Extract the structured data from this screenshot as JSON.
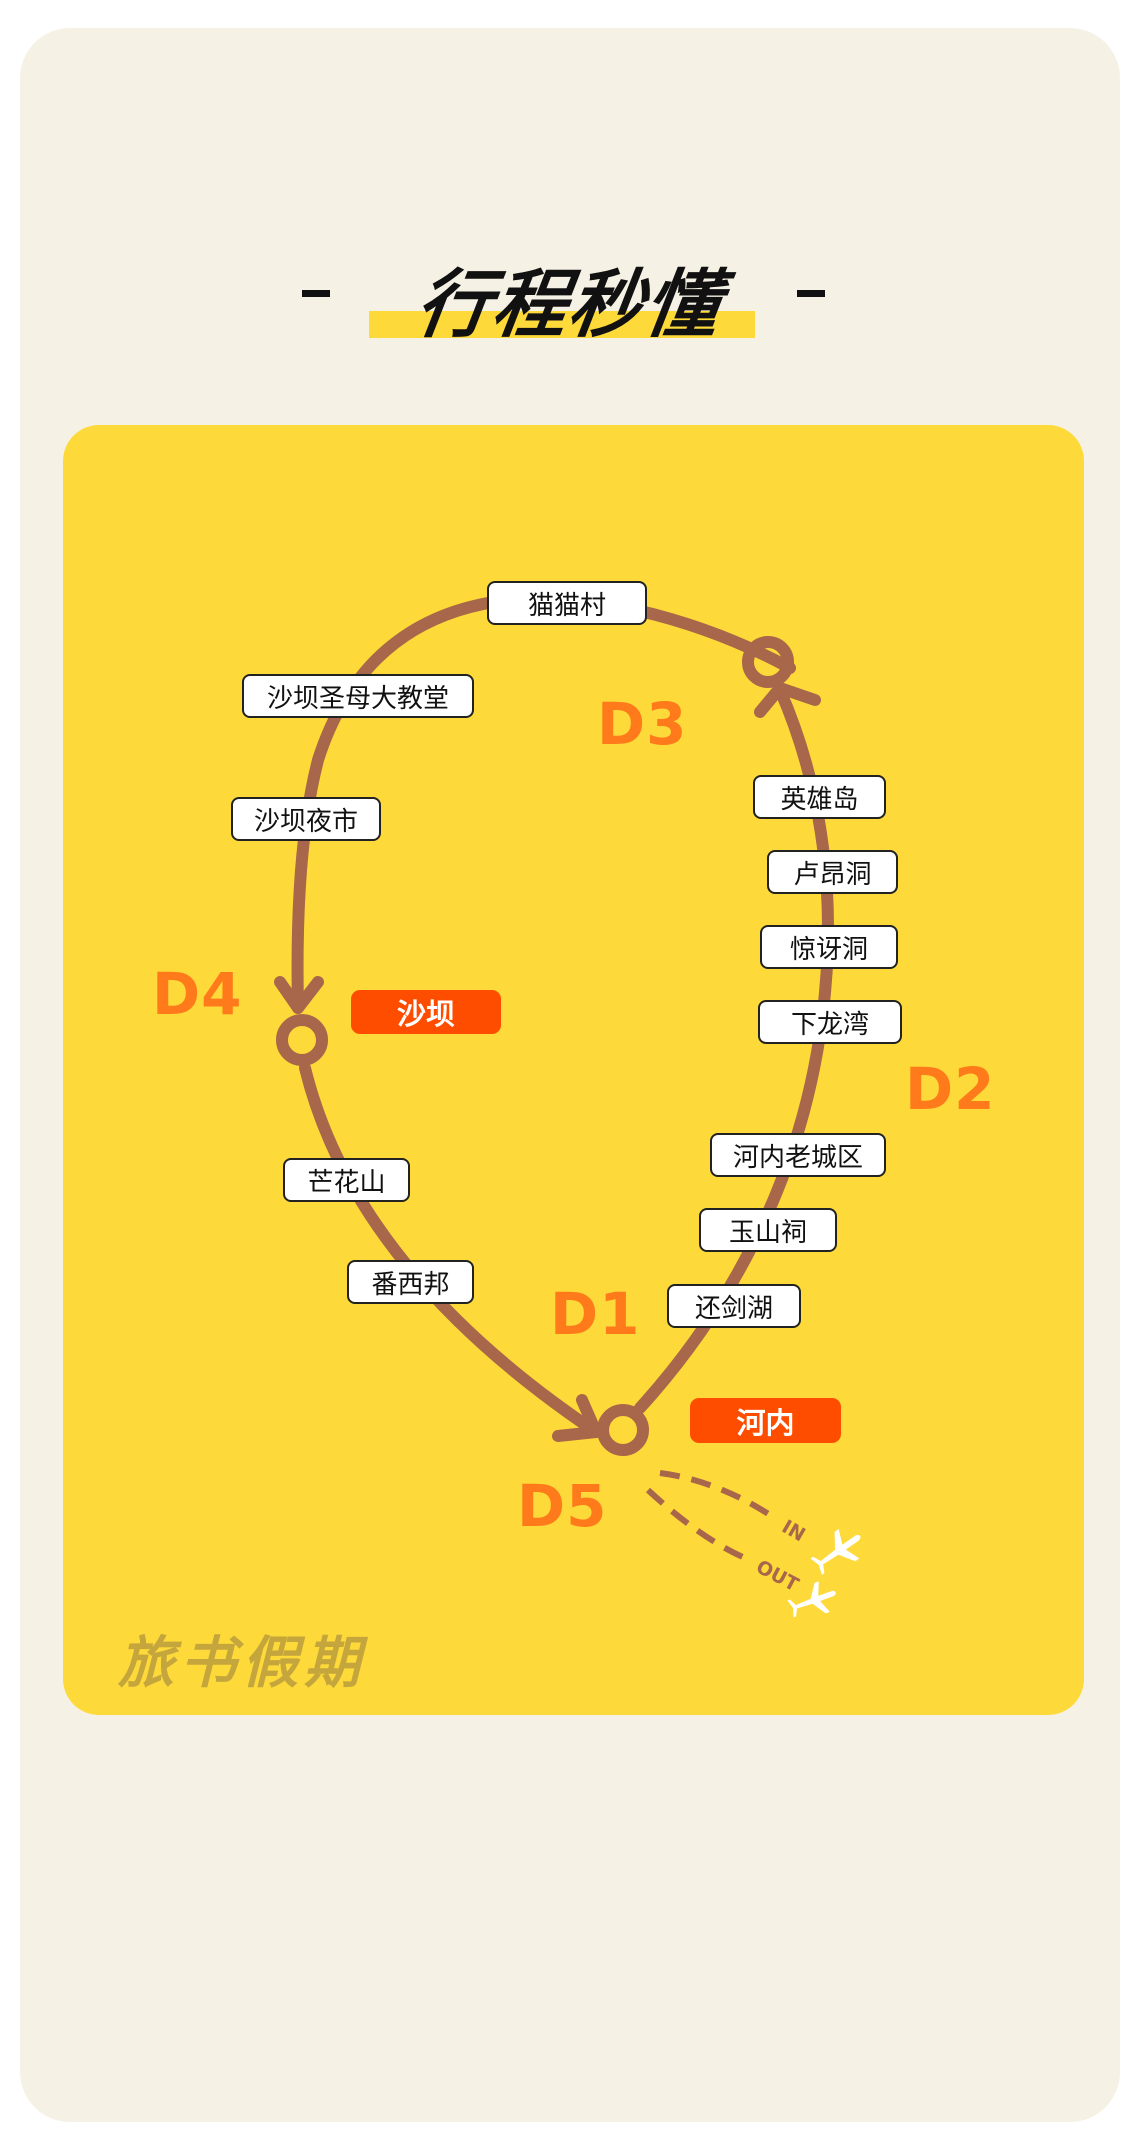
{
  "header": {
    "title": "行程秒懂"
  },
  "map": {
    "cities": [
      {
        "name": "沙坝"
      },
      {
        "name": "河内"
      }
    ],
    "days": [
      "D1",
      "D2",
      "D3",
      "D4",
      "D5"
    ],
    "stops": {
      "d1": [
        "还剑湖",
        "玉山祠",
        "河内老城区"
      ],
      "d2": [
        "下龙湾",
        "惊讶洞",
        "卢昂洞",
        "英雄岛"
      ],
      "d3": [
        "猫猫村",
        "沙坝圣母大教堂",
        "沙坝夜市"
      ],
      "d4": [
        "芒花山",
        "番西邦"
      ]
    },
    "flights": {
      "in": "IN",
      "out": "OUT"
    }
  },
  "watermark": "旅书假期",
  "colors": {
    "panel": "#FED93A",
    "route": "#A8664A",
    "city": "#FF4D00",
    "day": "#FF7A1A"
  }
}
